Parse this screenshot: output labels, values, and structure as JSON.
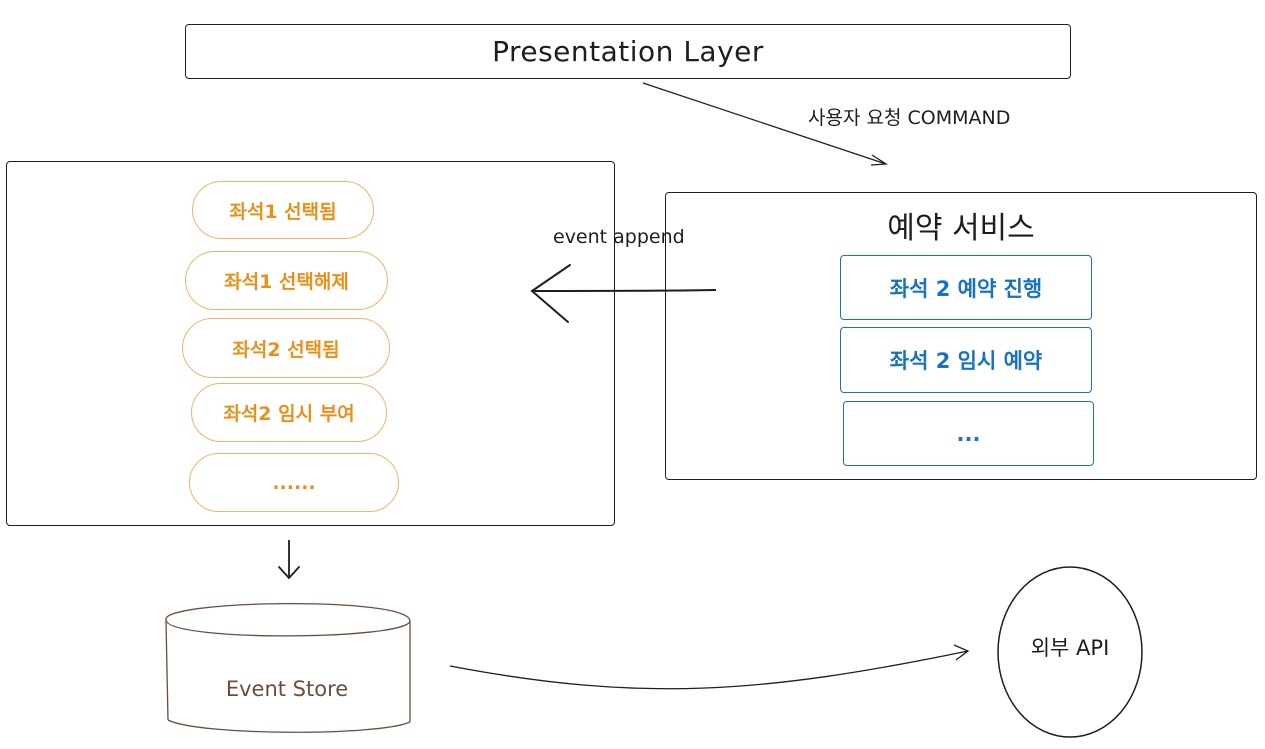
{
  "presentation": {
    "label": "Presentation Layer"
  },
  "command_label": "사용자 요청 COMMAND",
  "append_label": "event append",
  "events": [
    "좌석1 선택됨",
    "좌석1 선택해제",
    "좌석2 선택됨",
    "좌석2 임시 부여",
    "......"
  ],
  "service": {
    "title": "예약 서비스",
    "tasks": [
      "좌석 2 예약 진행",
      "좌석 2 임시 예약",
      "..."
    ]
  },
  "store": {
    "label": "Event Store"
  },
  "external_api": {
    "label": "외부 API"
  },
  "colors": {
    "stroke": "#1e1e1e",
    "event_orange": "#e8901a",
    "event_border": "#f0b46a",
    "task_blue": "#1971c2",
    "store_text": "#6b4e3d"
  }
}
